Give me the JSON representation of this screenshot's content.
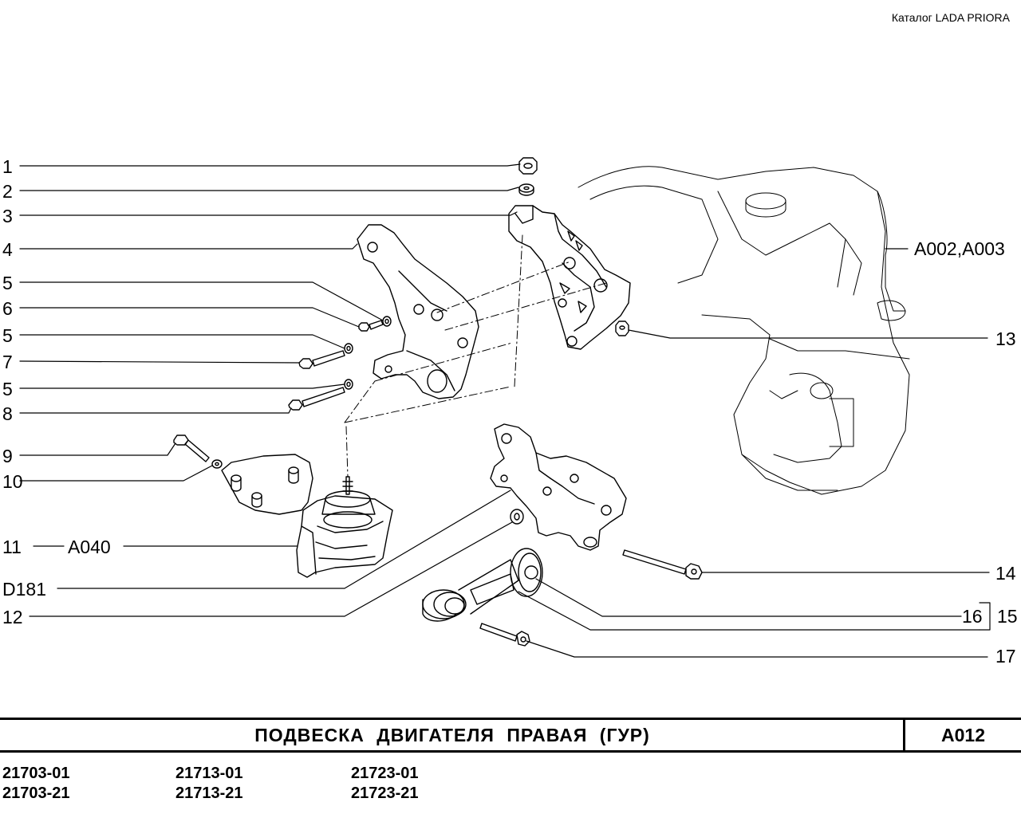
{
  "header": {
    "catalog": "Каталог  LADA  PRIORA"
  },
  "callouts": {
    "c1": "1",
    "c2": "2",
    "c3": "3",
    "c4": "4",
    "c5a": "5",
    "c6": "6",
    "c5b": "5",
    "c7": "7",
    "c5c": "5",
    "c8": "8",
    "c9": "9",
    "c10": "10",
    "c11": "11",
    "c11ref": "A040",
    "cD181": "D181",
    "c12": "12",
    "c13": "13",
    "c14": "14",
    "c16": "16",
    "c15": "15",
    "c17": "17",
    "cA002": "A002,A003"
  },
  "footer": {
    "title": "ПОДВЕСКА  ДВИГАТЕЛЯ  ПРАВАЯ  (ГУР)",
    "code": "A012",
    "models": [
      [
        "21703-01",
        "21703-21"
      ],
      [
        "21713-01",
        "21713-21"
      ],
      [
        "21723-01",
        "21723-21"
      ]
    ]
  }
}
